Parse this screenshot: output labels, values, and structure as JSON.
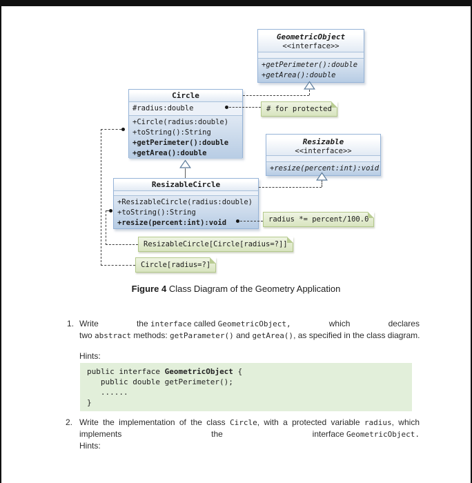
{
  "colors": {
    "frame_bar": "#111111",
    "box_border": "#95b3d7",
    "box_body_fill": "#b7cce4",
    "note_fill": "#dde9c4",
    "note_border": "#b4c98c",
    "code_block_bg": "#e2efda"
  },
  "diagram": {
    "geometric_object": {
      "name": "GeometricObject",
      "stereotype": "<<interface>>",
      "methods": [
        "+getPerimeter():double",
        "+getArea():double"
      ]
    },
    "circle": {
      "name": "Circle",
      "fields": [
        "#radius:double"
      ],
      "methods": [
        "+Circle(radius:double)",
        "+toString():String",
        "+getPerimeter():double",
        "+getArea():double"
      ]
    },
    "resizable": {
      "name": "Resizable",
      "stereotype": "<<interface>>",
      "methods": [
        "+resize(percent:int):void"
      ]
    },
    "resizable_circle": {
      "name": "ResizableCircle",
      "methods": [
        "+ResizableCircle(radius:double)",
        "+toString():String",
        "+resize(percent:int):void"
      ]
    },
    "notes": {
      "protected_note": "# for protected",
      "resize_formula": "radius *= percent/100.0",
      "resizable_circle_tostring": "ResizableCircle[Circle[radius=?]]",
      "circle_tostring": "Circle[radius=?]"
    },
    "caption": {
      "label": "Figure 4",
      "text": " Class Diagram of the Geometry Application"
    }
  },
  "questions": {
    "q1": {
      "number": "1.",
      "line1_seg1": "Write",
      "line1_seg2_pre": "the ",
      "line1_seg2_code1": "interface",
      "line1_seg2_mid": " called ",
      "line1_seg2_code2": "GeometricObject,",
      "line1_seg3": "which",
      "line1_seg4": "declares",
      "line2_pre": "two ",
      "line2_code1": "abstract",
      "line2_mid1": " methods: ",
      "line2_code2": "getParameter()",
      "line2_mid2": " and ",
      "line2_code3": "getArea()",
      "line2_post": ", as specified in the class diagram.",
      "hints_label": "Hints:",
      "code_line1_a": "public interface ",
      "code_line1_b": "GeometricObject",
      "code_line1_c": " {",
      "code_line2": "   public double getPerimeter();",
      "code_line3": "   ......",
      "code_line4": "}"
    },
    "q2": {
      "number": "2.",
      "line1_pre": "Write the implementation of the class ",
      "line1_code1": "Circle",
      "line1_mid1": ", with a protected variable ",
      "line1_code2": "radius",
      "line1_post": ", which",
      "line2_seg1": "implements",
      "line2_seg2": "the",
      "line2_seg3_pre": "interface ",
      "line2_seg3_code": "GeometricObject.",
      "hints_label": "Hints:"
    }
  }
}
